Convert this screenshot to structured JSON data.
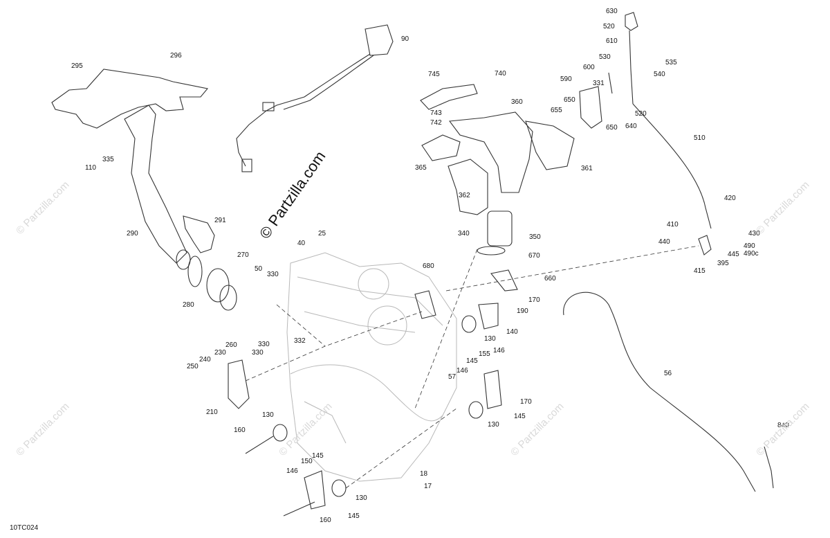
{
  "diagram_code": "10TC024",
  "watermark_text": "© Partzilla.com",
  "center_watermark": "© Partzilla.com",
  "labels": [
    "630",
    "520",
    "610",
    "535",
    "530",
    "540",
    "600",
    "590",
    "331",
    "650",
    "655",
    "650",
    "520",
    "640",
    "510",
    "745",
    "740",
    "360",
    "743",
    "742",
    "365",
    "361",
    "362",
    "340",
    "350",
    "90",
    "295",
    "296",
    "335",
    "110",
    "290",
    "291",
    "270",
    "280",
    "50",
    "330",
    "25",
    "40",
    "680",
    "670",
    "660",
    "170",
    "190",
    "140",
    "130",
    "330",
    "332",
    "330",
    "260",
    "230",
    "240",
    "250",
    "210",
    "155",
    "146",
    "145",
    "146",
    "57",
    "170",
    "145",
    "130",
    "130",
    "160",
    "150",
    "145",
    "146",
    "18",
    "17",
    "130",
    "160",
    "145",
    "420",
    "410",
    "440",
    "430",
    "490",
    "490c",
    "445",
    "395",
    "415",
    "56",
    "840"
  ]
}
